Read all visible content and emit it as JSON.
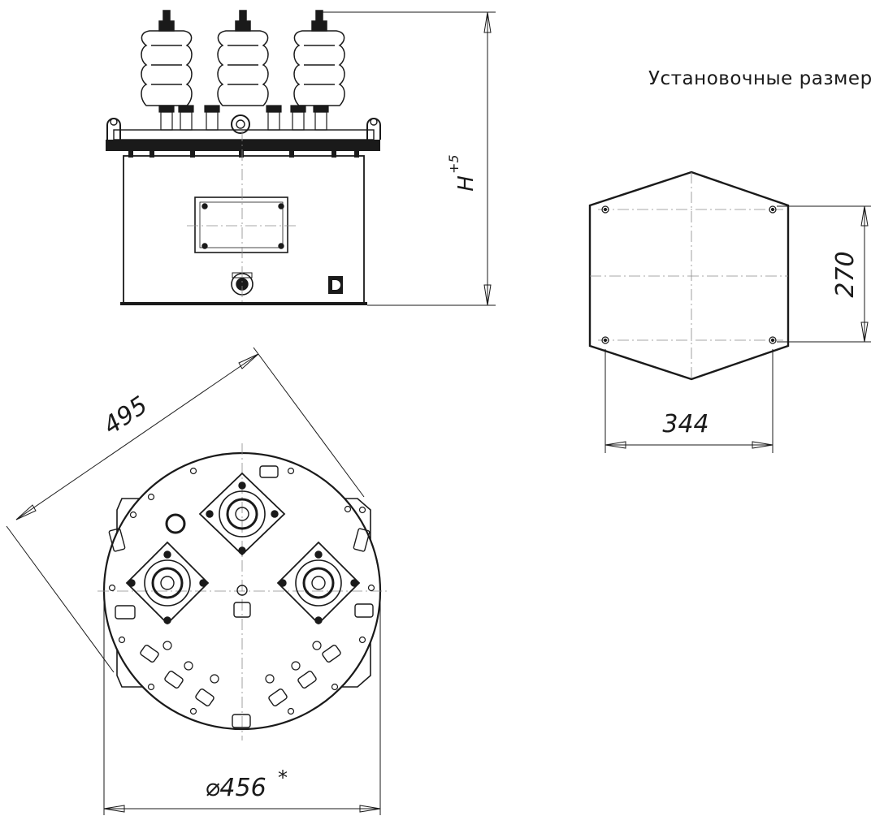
{
  "title": "Установочные размеры",
  "dimensions": {
    "height": "H",
    "height_tolerance": "+5",
    "mount_depth": "270",
    "mount_width": "344",
    "diagonal": "495",
    "diameter": "⌀456",
    "diameter_mark": "*"
  },
  "colors": {
    "line": "#1a1a1a",
    "center_line": "#8a8a8a",
    "background": "#ffffff"
  }
}
